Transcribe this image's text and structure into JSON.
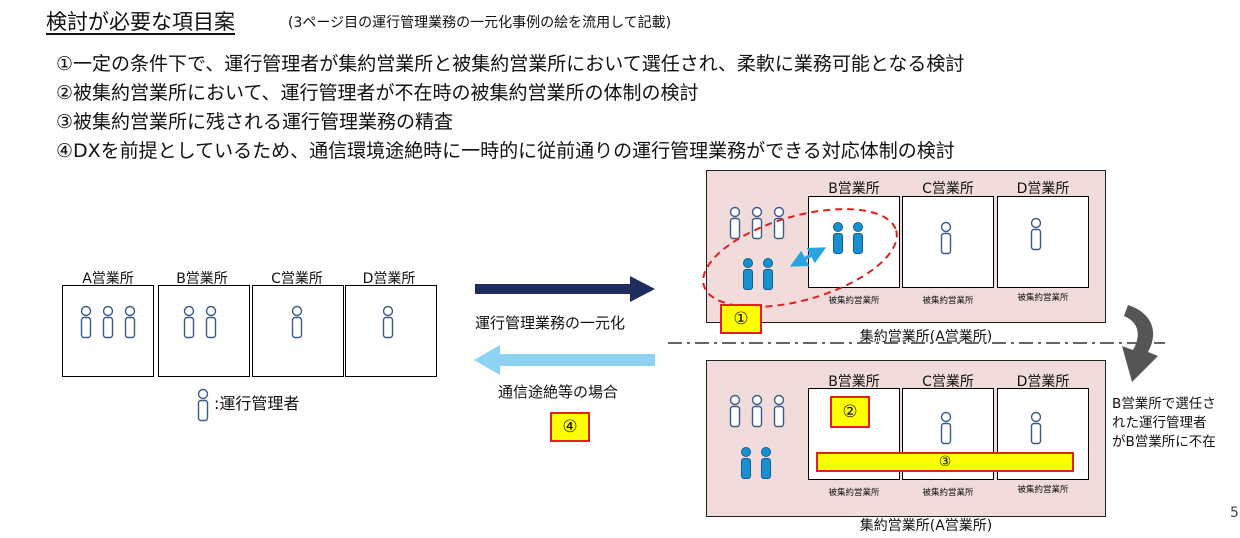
{
  "header": {
    "title": "検討が必要な項目案",
    "subtitle": "(3ページ目の運行管理業務の一元化事例の絵を流用して記載)"
  },
  "items": [
    "①一定の条件下で、運行管理者が集約営業所と被集約営業所において選任され、柔軟に業務可能となる検討",
    "②被集約営業所において、運行管理者が不在時の被集約営業所の体制の検討",
    "③被集約営業所に残される運行管理業務の精査",
    "④DXを前提としているため、通信環境途絶時に一時的に従前通りの運行管理業務ができる対応体制の検討"
  ],
  "left_offices": {
    "labels": [
      "A営業所",
      "B営業所",
      "C営業所",
      "D営業所"
    ],
    "person_counts": [
      3,
      2,
      1,
      1
    ],
    "legend": ":運行管理者"
  },
  "arrows": {
    "forward_label": "運行管理業務の一元化",
    "back_label": "通信途絶等の場合",
    "back_badge": "④",
    "forward_color": "#1f2d5e",
    "back_color": "#8dd3f2"
  },
  "top_panel": {
    "office_labels": [
      "B営業所",
      "C営業所",
      "D営業所"
    ],
    "sub_label": "被集約営業所",
    "caption": "集約営業所(A営業所)",
    "badge": "①"
  },
  "bottom_panel": {
    "office_labels": [
      "B営業所",
      "C営業所",
      "D営業所"
    ],
    "sub_label": "被集約営業所",
    "caption": "集約営業所(A営業所)",
    "badge2": "②",
    "bar3": "③"
  },
  "side_note": [
    "B営業所で選任さ",
    "れた運行管理者",
    "がB営業所に不在"
  ],
  "page_number": "5",
  "colors": {
    "person_blue": "#1a8fd0",
    "person_outline": "#3a5a8c",
    "pink_panel": "#f2dcdb",
    "highlight_yellow": "#ffff00",
    "highlight_red": "#e02020"
  }
}
